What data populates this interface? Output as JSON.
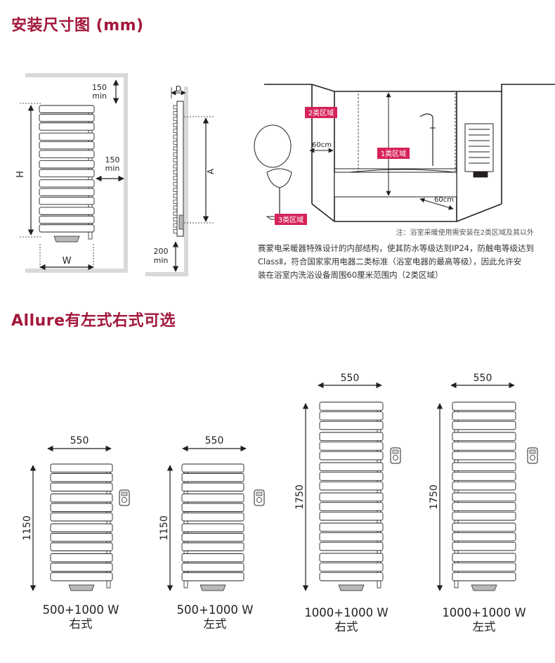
{
  "section1": {
    "title": "安装尺寸图 (mm)"
  },
  "front_view": {
    "top_clear": "150",
    "top_clear_min": "min",
    "side_clear": "150",
    "side_clear_min": "min",
    "height_label": "H",
    "width_label": "W"
  },
  "side_view": {
    "depth_label": "D",
    "a_label": "A",
    "floor_clear": "200",
    "floor_clear_min": "min"
  },
  "bathroom": {
    "zone2": "2类区域",
    "zone1": "1类区域",
    "zone3": "3类区域",
    "dist_a": "60cm",
    "dist_b": "60cm",
    "note": "注：浴室采暖使用需安装在2类区域及其以外"
  },
  "description": [
    "赛蒙电采暖器特殊设计的内部结构，使其防水等级达到IP24，防触电等级达到",
    "ClassⅡ，符合国家家用电器二类标准（浴室电器的最高等级），因此允许安",
    "装在浴室内洗浴设备周围60厘米范围内（2类区域）"
  ],
  "section2": {
    "title": "Allure有左式右式可选"
  },
  "models": [
    {
      "width": "550",
      "height": "1150",
      "power": "500+1000 W",
      "side": "右式"
    },
    {
      "width": "550",
      "height": "1150",
      "power": "500+1000 W",
      "side": "左式"
    },
    {
      "width": "550",
      "height": "1750",
      "power": "1000+1000 W",
      "side": "右式"
    },
    {
      "width": "550",
      "height": "1750",
      "power": "1000+1000 W",
      "side": "左式"
    }
  ]
}
